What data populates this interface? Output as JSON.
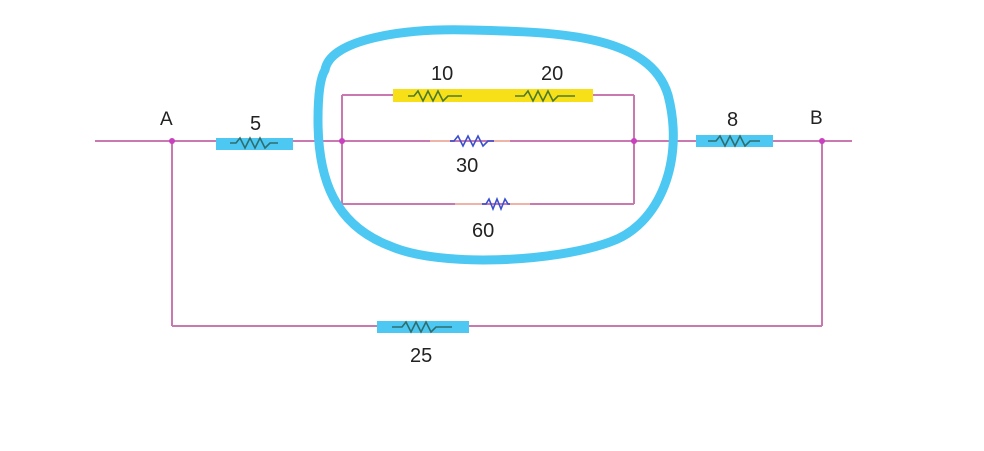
{
  "colors": {
    "wire": "#c978b0",
    "resistor": "#3a4fd0",
    "lead": "#f0b3a8",
    "node": "#c940c0",
    "highlight_blue": "#4cc8f3",
    "highlight_yellow": "#f7e018",
    "highlight_green": "#5a8f3a",
    "loop": "#4cc8f3",
    "text": "#222222"
  },
  "nodes": {
    "a": "A",
    "b": "B"
  },
  "resistors": {
    "r5": {
      "value": "5",
      "highlight": "blue-marker"
    },
    "r10": {
      "value": "10",
      "highlight": "yellow-marker"
    },
    "r20": {
      "value": "20",
      "highlight": "yellow-marker"
    },
    "r30": {
      "value": "30",
      "highlight": "none"
    },
    "r60": {
      "value": "60",
      "highlight": "none"
    },
    "r8": {
      "value": "8",
      "highlight": "blue-marker"
    },
    "r25": {
      "value": "25",
      "highlight": "blue-marker"
    }
  },
  "annotations": {
    "loop": "hand-drawn circle around parallel section"
  }
}
